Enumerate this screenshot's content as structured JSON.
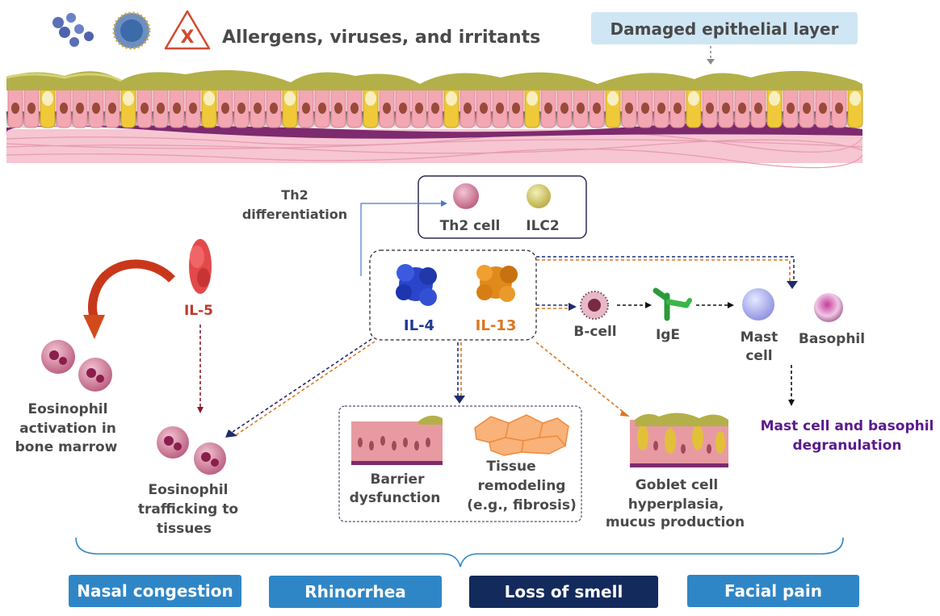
{
  "header": {
    "allergens": "Allergens, viruses, and irritants",
    "damaged_layer": "Damaged epithelial layer",
    "x_mark": "X"
  },
  "cells": {
    "th2_differentiation": [
      "Th2",
      "differentiation"
    ],
    "th2_cell": "Th2 cell",
    "ilc2": "ILC2",
    "il4": "IL-4",
    "il13": "IL-13",
    "il5": "IL-5",
    "b_cell": "B-cell",
    "ige": "IgE",
    "mast_cell": [
      "Mast",
      "cell"
    ],
    "basophil": "Basophil",
    "degranulation": [
      "Mast cell and basophil",
      "degranulation"
    ],
    "eos_activation": [
      "Eosinophil",
      "activation in",
      "bone marrow"
    ],
    "eos_trafficking": [
      "Eosinophil",
      "trafficking to",
      "tissues"
    ],
    "barrier": [
      "Barrier",
      "dysfunction"
    ],
    "remodeling": [
      "Tissue",
      "remodeling",
      "(e.g., fibrosis)"
    ],
    "goblet": [
      "Goblet cell",
      "hyperplasia,",
      "mucus production"
    ]
  },
  "symptoms": [
    "Nasal congestion",
    "Rhinorrhea",
    "Loss of smell",
    "Facial pain"
  ],
  "colors": {
    "il4": "#1f3a93",
    "il13": "#d9781e",
    "il5": "#c0392b",
    "degranulation": "#5b1a8c",
    "symptom_mid": "#2f86c6",
    "symptom_dark": "#132a5c"
  }
}
